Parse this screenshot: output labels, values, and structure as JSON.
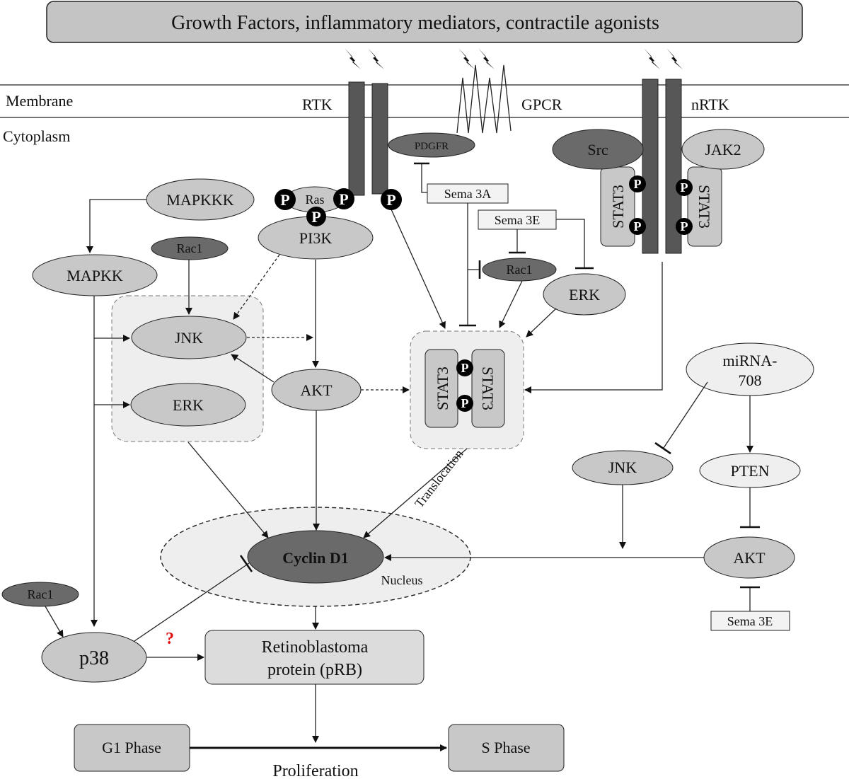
{
  "header": {
    "title": "Growth Factors, inflammatory mediators, contractile agonists"
  },
  "compartments": {
    "membrane": "Membrane",
    "cytoplasm": "Cytoplasm",
    "nucleus": "Nucleus"
  },
  "receptors": {
    "rtk": "RTK",
    "gpcr": "GPCR",
    "nrtk": "nRTK"
  },
  "phospho": "P",
  "nodes": {
    "pdgfr": "PDGFR",
    "sema3a": "Sema 3A",
    "sema3e_top": "Sema 3E",
    "src": "Src",
    "jak2": "JAK2",
    "stat3": "STAT3",
    "mapkkk": "MAPKKK",
    "ras": "Ras",
    "pi3k": "PI3K",
    "rac1": "Rac1",
    "mapkk": "MAPKK",
    "jnk": "JNK",
    "erk": "ERK",
    "akt": "AKT",
    "mirna_line1": "miRNA-",
    "mirna_line2": "708",
    "pten": "PTEN",
    "sema3e_bottom": "Sema 3E",
    "cyclin_d1": "Cyclin D1",
    "p38": "p38",
    "rb_line1": "Retinoblastoma",
    "rb_line2": "protein (pRB)",
    "g1": "G1 Phase",
    "s": "S Phase",
    "proliferation": "Proliferation",
    "translocation": "Translocation",
    "question": "?"
  },
  "colors": {
    "header_fill": "#c4c4c4",
    "light_node": "#c8c8c8",
    "dark_node": "#6a6a6a",
    "pale_node": "#efefef",
    "receptor_bar": "#575757",
    "cluster_bg": "#eeeeee",
    "question_mark": "#e01010"
  }
}
